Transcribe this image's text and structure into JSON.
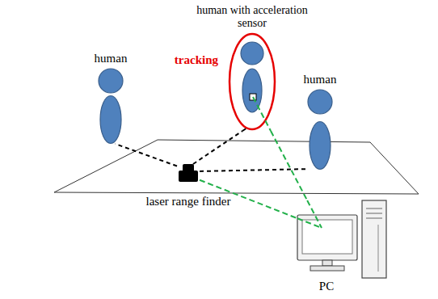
{
  "diagram": {
    "nodes": [
      {
        "text": [
          "human"
        ]
      },
      {
        "text": [
          "human with acceleration sensor",
          "tracking"
        ]
      },
      {
        "text": [
          "human"
        ]
      },
      {
        "text": [
          "laser range finder"
        ]
      },
      {
        "text": [
          "PC"
        ]
      }
    ],
    "edges": [
      {
        "from": 3,
        "to": 0,
        "arrow": "none"
      },
      {
        "from": 3,
        "to": 1,
        "arrow": "none"
      },
      {
        "from": 3,
        "to": 2,
        "arrow": "none"
      },
      {
        "from": 1,
        "to": 4,
        "arrow": "none"
      },
      {
        "from": 3,
        "to": 4,
        "arrow": "none"
      }
    ]
  }
}
